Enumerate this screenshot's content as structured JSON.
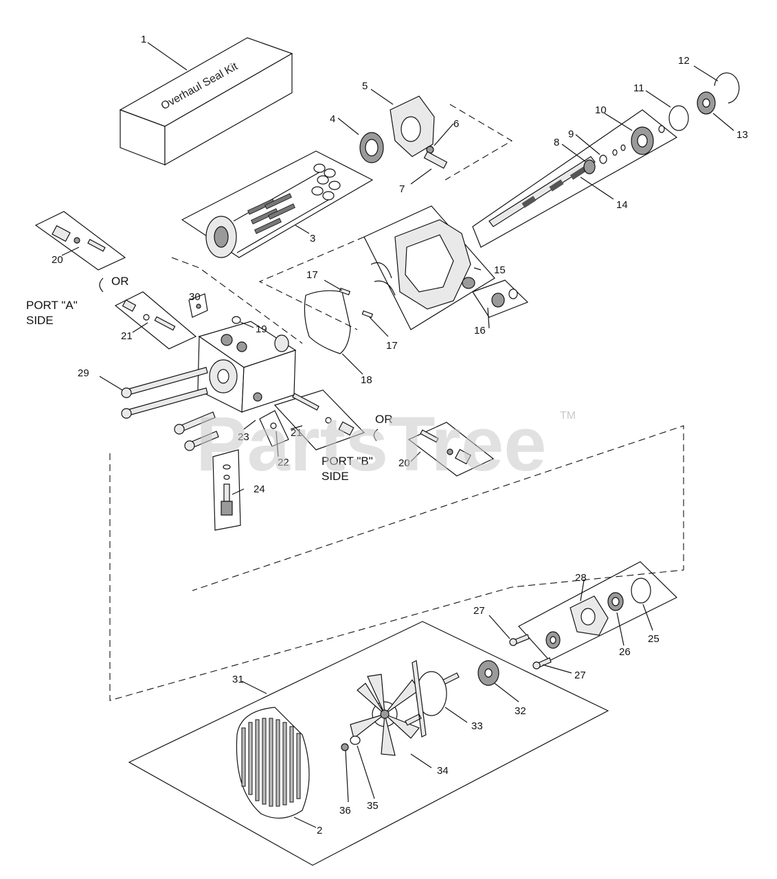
{
  "diagram": {
    "kit_text": "Overhaul Seal Kit",
    "port_a": [
      "PORT \"A\"",
      "SIDE"
    ],
    "port_b": [
      "PORT \"B\"",
      "SIDE"
    ],
    "or_text": "OR",
    "watermark": "PartsTree",
    "trademark": "TM",
    "callouts": [
      "1",
      "2",
      "3",
      "4",
      "5",
      "6",
      "7",
      "8",
      "9",
      "10",
      "11",
      "12",
      "13",
      "14",
      "15",
      "16",
      "17",
      "18",
      "19",
      "20",
      "21",
      "22",
      "23",
      "24",
      "25",
      "26",
      "27",
      "28",
      "29",
      "30",
      "31",
      "32",
      "33",
      "34",
      "35",
      "36"
    ]
  }
}
